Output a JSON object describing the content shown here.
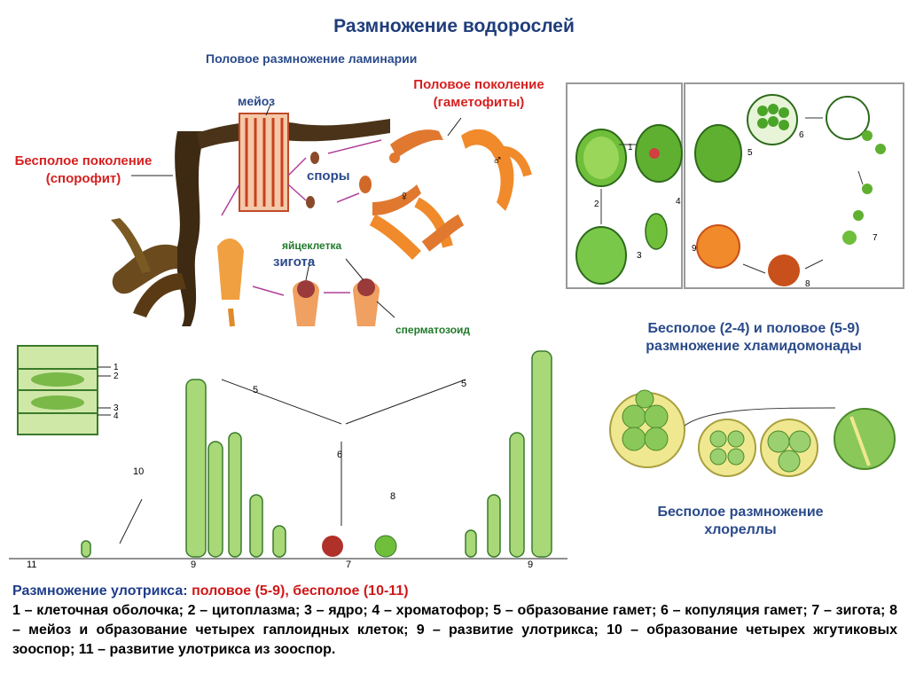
{
  "title": "Размножение водорослей",
  "laminaria": {
    "subtitle": "Половое размножение ламинарии",
    "meiosis": "мейоз",
    "sexual_generation": [
      "Половое поколение",
      "(гаметофиты)"
    ],
    "asexual_generation": [
      "Бесполое поколение",
      "(спорофит)"
    ],
    "spores": "споры",
    "egg": "яйцеклетка",
    "zygote": "зигота",
    "sperm": "сперматозоид"
  },
  "chlamydomonas": {
    "caption": [
      "Бесполое (2-4) и половое (5-9)",
      "размножение хламидомонады"
    ],
    "nums_left": [
      "1",
      "2",
      "3",
      "4"
    ],
    "nums_right": [
      "5",
      "6",
      "7",
      "8",
      "9"
    ]
  },
  "chlorella": {
    "caption": [
      "Бесполое размножение",
      "хлореллы"
    ]
  },
  "ulothrix": {
    "numbers_cell": [
      "1",
      "2",
      "3",
      "4"
    ],
    "figure_nums": [
      "5",
      "5",
      "6",
      "8",
      "10",
      "11",
      "9",
      "7",
      "9"
    ],
    "caption_prefix": "Размножение улотрикса:",
    "caption_sexual": "половое (5-9),",
    "caption_asexual": "бесполое (10-11)",
    "legend": "1 – клеточная оболочка; 2 – цитоплазма; 3 – ядро; 4 – хроматофор; 5 – образование гамет; 6 – копуляция гамет; 7 – зигота; 8 – мейоз и образование четырех гаплоидных клеток; 9 – развитие улотрикса; 10 – образование четырех жгутиковых зооспор; 11 – развитие улотрикса из зооспор."
  },
  "colors": {
    "title": "#1f3d7a",
    "red_label": "#d62020",
    "green_label": "#1f7a2a",
    "algae_green": "#6fbf3a",
    "gametophyte_orange": "#f08a2a",
    "kelp_brown": "#5a3a1a"
  }
}
